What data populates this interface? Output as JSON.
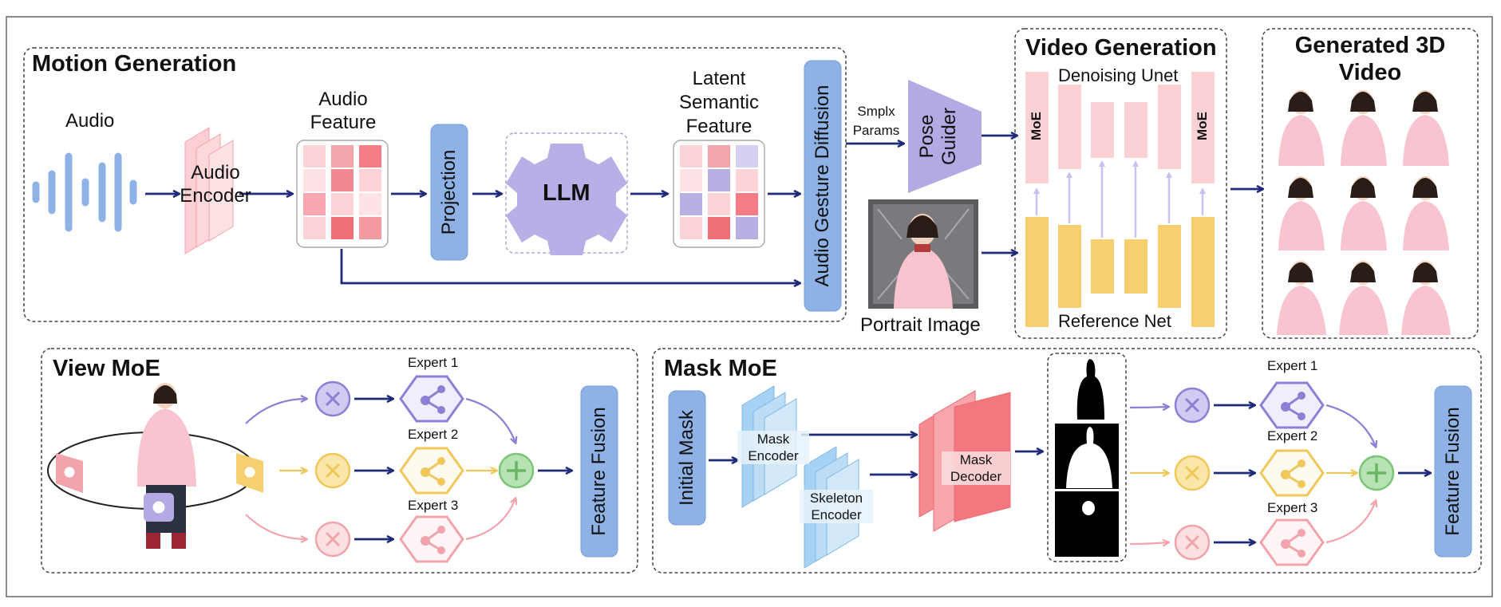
{
  "motion_generation": {
    "title": "Motion Generation",
    "audio_label": "Audio",
    "audio_encoder_label": "Audio Encoder",
    "audio_feature_label": "Audio Feature",
    "projection_label": "Projection",
    "llm_label": "LLM",
    "latent_feature_label": "Latent Semantic Feature",
    "diffusion_label": "Audio Gesture Diffusion"
  },
  "pose": {
    "smplx_params_label": "Smplx Params",
    "pose_guider_label": "Pose Guider",
    "portrait_image_label": "Portrait Image"
  },
  "video_generation": {
    "title": "Video Generation",
    "denoising_unet_label": "Denoising Unet",
    "reference_net_label": "Reference Net",
    "moe_label": "MoE"
  },
  "generated_video": {
    "title": "Generated 3D Video"
  },
  "view_moe": {
    "title": "View MoE",
    "experts": [
      "Expert 1",
      "Expert 2",
      "Expert 3"
    ],
    "feature_fusion_label": "Feature Fusion"
  },
  "mask_moe": {
    "title": "Mask MoE",
    "initial_mask_label": "Initial Mask",
    "mask_encoder_label": "Mask Encoder",
    "skeleton_encoder_label": "Skeleton Encoder",
    "mask_decoder_label": "Mask Decoder",
    "experts": [
      "Expert 1",
      "Expert 2",
      "Expert 3"
    ],
    "feature_fusion_label": "Feature Fusion"
  },
  "colors": {
    "arrow": "#1f2a7a",
    "pink": "#f6b8bf",
    "blue_block": "#8fb2e6",
    "purple": "#b3a9e3",
    "yellow": "#f6cf6e",
    "green": "#9ed79a"
  }
}
